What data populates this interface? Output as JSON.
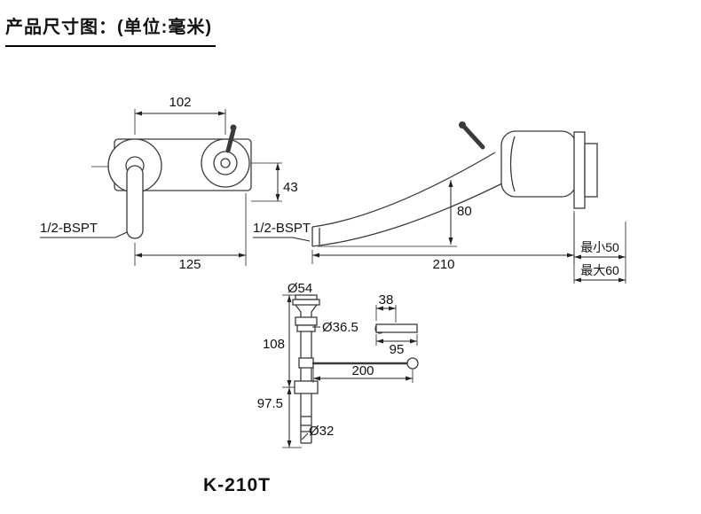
{
  "page": {
    "title": "产品尺寸图：(单位:毫米)",
    "model": "K-210T"
  },
  "front_view": {
    "dim_centers": "102",
    "dim_drop": "43",
    "thread": "1/2-BSPT",
    "dim_overall": "125"
  },
  "side_view": {
    "thread": "1/2-BSPT",
    "dim_height": "80",
    "dim_reach": "210",
    "dim_min_depth": "最小50",
    "dim_max_depth": "最大60"
  },
  "drain": {
    "dia_flange": "Ø54",
    "dia_body": "Ø36.5",
    "dim_upper": "108",
    "dim_bar_offset": "38",
    "dim_bar_length": "95",
    "dim_rod": "200",
    "dim_lower": "97.5",
    "dia_tail": "Ø32"
  }
}
